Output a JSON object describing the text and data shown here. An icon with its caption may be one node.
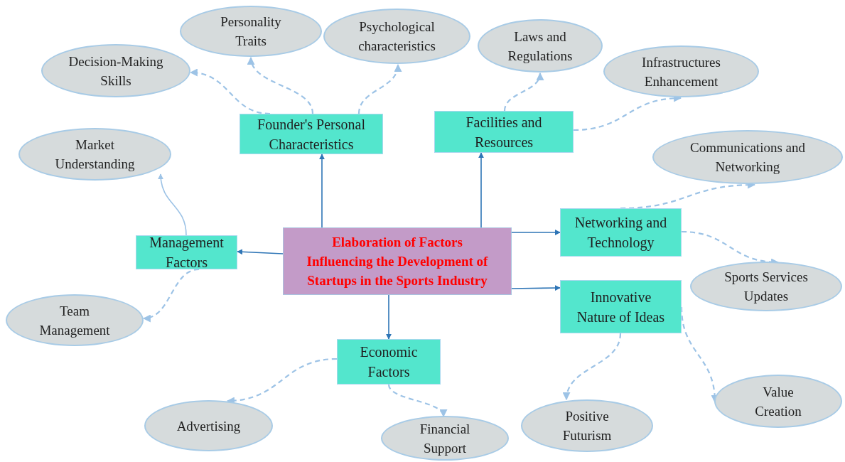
{
  "diagram": {
    "nodes": [
      {
        "text": [
          "Elaboration of Factors Influencing the Development of Startups in the Sports Industry"
        ]
      },
      {
        "text": [
          "Founder's Personal Characteristics"
        ]
      },
      {
        "text": [
          "Facilities and Resources"
        ]
      },
      {
        "text": [
          "Management Factors"
        ]
      },
      {
        "text": [
          "Networking and Technology"
        ]
      },
      {
        "text": [
          "Innovative Nature of Ideas"
        ]
      },
      {
        "text": [
          "Economic Factors"
        ]
      },
      {
        "text": [
          "Decision-Making Skills"
        ]
      },
      {
        "text": [
          "Personality Traits"
        ]
      },
      {
        "text": [
          "Psychological characteristics"
        ]
      },
      {
        "text": [
          "Laws and Regulations"
        ]
      },
      {
        "text": [
          "Infrastructures Enhancement"
        ]
      },
      {
        "text": [
          "Market Understanding"
        ]
      },
      {
        "text": [
          "Communications and Networking"
        ]
      },
      {
        "text": [
          "Team Management"
        ]
      },
      {
        "text": [
          "Sports Services Updates"
        ]
      },
      {
        "text": [
          "Positive Futurism"
        ]
      },
      {
        "text": [
          "Value Creation"
        ]
      },
      {
        "text": [
          "Advertising"
        ]
      },
      {
        "text": [
          "Financial Support"
        ]
      }
    ],
    "edges": [
      {
        "from": 0,
        "to": 1,
        "arrow": "to",
        "color": "#2e75b6"
      },
      {
        "from": 0,
        "to": 2,
        "arrow": "to",
        "color": "#2e75b6"
      },
      {
        "from": 0,
        "to": 3,
        "arrow": "to",
        "color": "#2e75b6"
      },
      {
        "from": 0,
        "to": 4,
        "arrow": "to",
        "color": "#2e75b6"
      },
      {
        "from": 0,
        "to": 5,
        "arrow": "to",
        "color": "#2e75b6"
      },
      {
        "from": 0,
        "to": 6,
        "arrow": "to",
        "color": "#2e75b6"
      },
      {
        "from": 1,
        "to": 7,
        "arrow": "to",
        "style": "dashed"
      },
      {
        "from": 1,
        "to": 8,
        "arrow": "to",
        "style": "dashed"
      },
      {
        "from": 1,
        "to": 9,
        "arrow": "to",
        "style": "dashed"
      },
      {
        "from": 2,
        "to": 10,
        "arrow": "to",
        "style": "dashed"
      },
      {
        "from": 2,
        "to": 11,
        "arrow": "to",
        "style": "dashed"
      },
      {
        "from": 3,
        "to": 12,
        "arrow": "to"
      },
      {
        "from": 3,
        "to": 14,
        "arrow": "to",
        "style": "dashed"
      },
      {
        "from": 4,
        "to": 13,
        "arrow": "to",
        "style": "dashed"
      },
      {
        "from": 4,
        "to": 15,
        "arrow": "to",
        "style": "dashed"
      },
      {
        "from": 5,
        "to": 16,
        "arrow": "to",
        "style": "dashed"
      },
      {
        "from": 5,
        "to": 17,
        "arrow": "to",
        "style": "dashed"
      },
      {
        "from": 6,
        "to": 18,
        "arrow": "to",
        "style": "dashed"
      },
      {
        "from": 6,
        "to": 19,
        "arrow": "to",
        "style": "dashed"
      }
    ]
  }
}
